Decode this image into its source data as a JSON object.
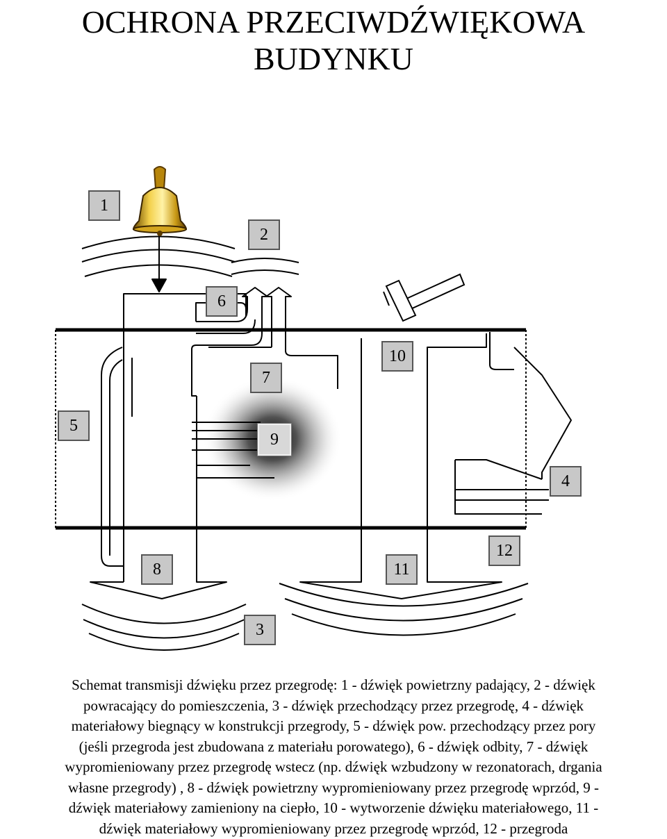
{
  "title": {
    "line1": "OCHRONA PRZECIWDŹWIĘKOWA",
    "line2": "BUDYNKU"
  },
  "labels": {
    "l1": "1",
    "l2": "2",
    "l3": "3",
    "l4": "4",
    "l5": "5",
    "l6": "6",
    "l7": "7",
    "l8": "8",
    "l9": "9",
    "l10": "10",
    "l11": "11",
    "l12": "12"
  },
  "icons": {
    "bell": "bell-icon",
    "hammer": "hammer-icon"
  },
  "caption": [
    "Schemat transmisji dźwięku przez przegrodę: 1 - dźwięk powietrzny padający, 2 - dźwięk",
    "powracający do pomieszczenia, 3 - dźwięk przechodzący przez przegrodę, 4 - dźwięk",
    "materiałowy biegnący w konstrukcji przegrody, 5 - dźwięk pow. przechodzący przez pory",
    "(jeśli przegroda jest zbudowana z materiału porowatego), 6 - dźwięk odbity, 7 - dźwięk",
    "wypromieniowany przez przegrodę wstecz (np. dźwięk wzbudzony w rezonatorach, drgania",
    "własne przegrody) , 8 - dźwięk powietrzny wypromieniowany przez przegrodę wprzód, 9 -",
    "dźwięk materiałowy zamieniony na ciepło, 10 - wytworzenie dźwięku materiałowego,  11 -",
    "dźwięk materiałowy wypromieniowany przez przegrodę wprzód, 12 - przegroda"
  ]
}
